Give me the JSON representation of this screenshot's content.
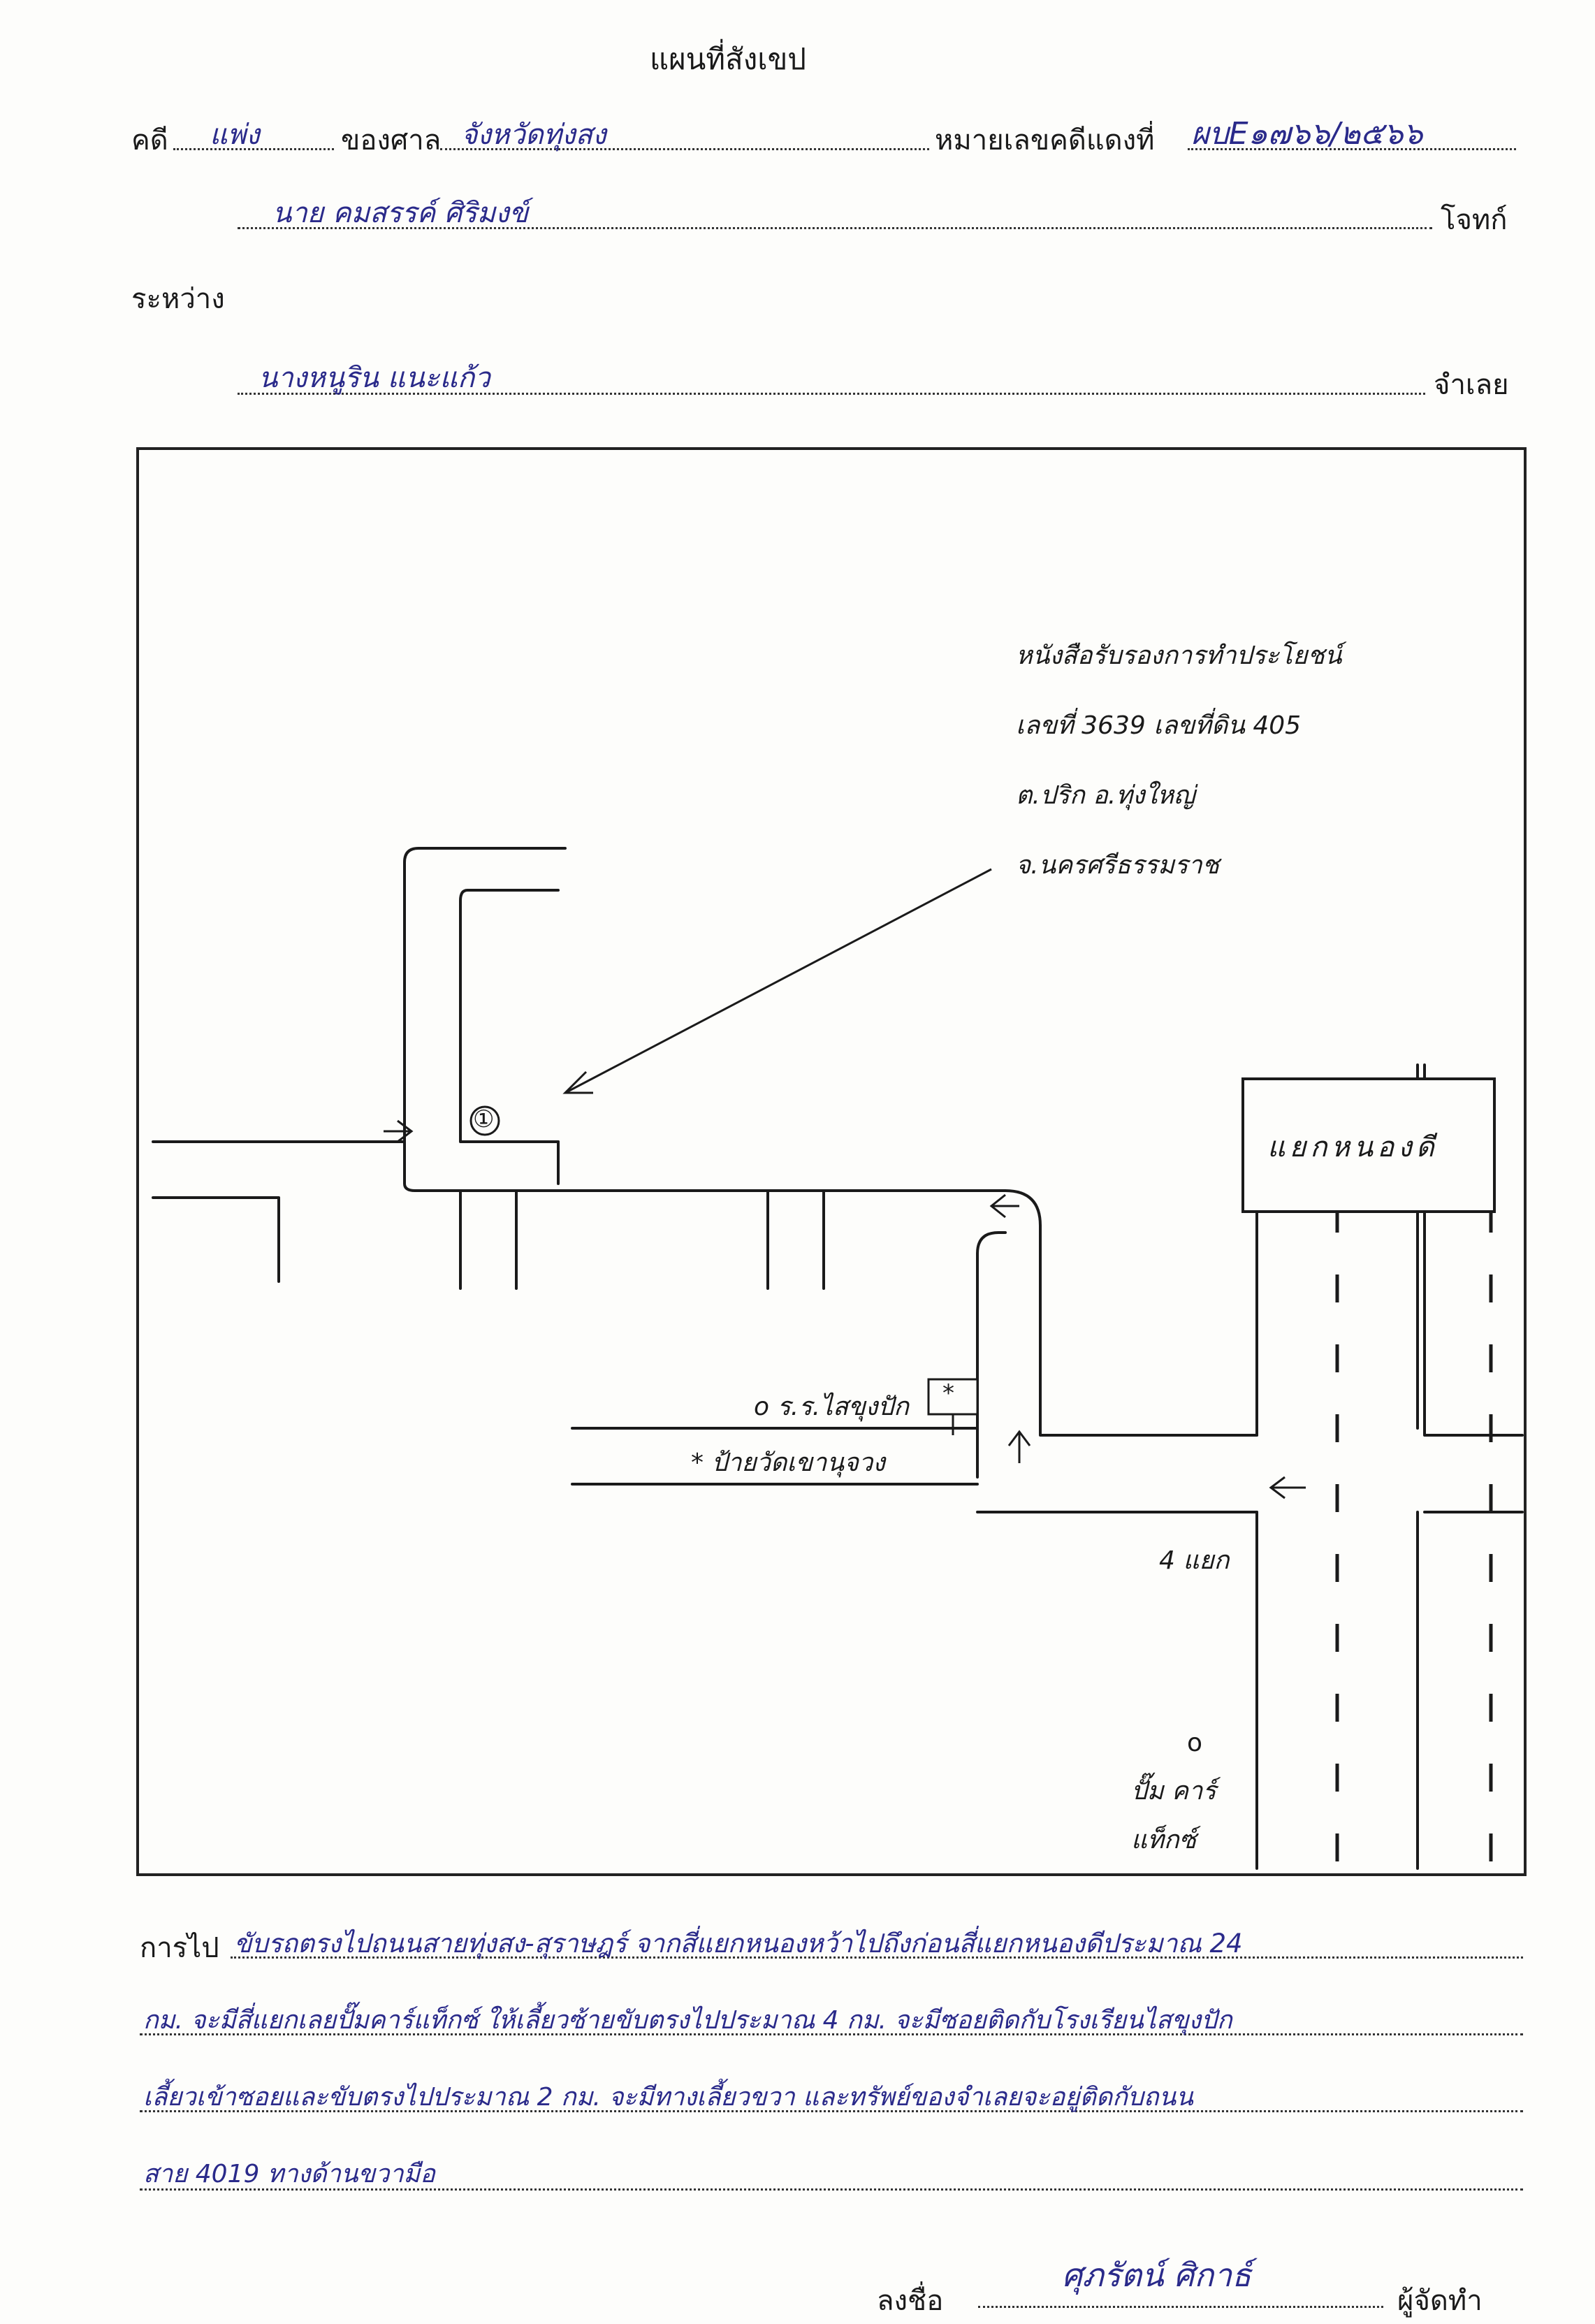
{
  "header": {
    "title": "แผนที่สังเขป",
    "case_label": "คดี",
    "case_type": "แพ่ง",
    "court_label": "ของศาล",
    "court_name": "จังหวัดทุ่งสง",
    "red_case_label": "หมายเลขคดีแดงที่",
    "red_case_number": "ผบE๑๗๖๖/๒๕๖๖",
    "plaintiff_name": "นาย คมสรรค์ ศิริมงข์",
    "plaintiff_label": "โจทก์",
    "between_label": "ระหว่าง",
    "defendant_name": "นางหนูริน แนะแก้ว",
    "defendant_label": "จำเลย"
  },
  "map": {
    "title_deed_lines": [
      "หนังสือรับรองการทำประโยชน์",
      "เลขที่ 3639 เลขที่ดิน 405",
      "ต.ปริก อ.ทุ่งใหญ่",
      "จ.นครศรีธรรมราช"
    ],
    "plot_marker": "①",
    "junction_sign": "แยกหนองดี",
    "school_label": "o ร.ร.ไสขุงปัก",
    "temple_sign_label": "* ป้ายวัดเขานุจวง",
    "sign_star": "*",
    "four_way_label": "4 แยก",
    "gas_marker": "o",
    "gas_station_lines": [
      "ปั๊ม คาร์",
      "แท็กซ์"
    ]
  },
  "directions": {
    "label": "การไป",
    "lines": [
      "ขับรถตรงไปถนนสายทุ่งสง-สุราษฎร์ จากสี่แยกหนองหว้าไปถึงก่อนสี่แยกหนองดีประมาณ 24",
      "กม. จะมีสี่แยกเลยปั๊มคาร์แท็กซ์ ให้เลี้ยวซ้ายขับตรงไปประมาณ 4 กม. จะมีซอยติดกับโรงเรียนไสขุงปัก",
      "เลี้ยวเข้าซอยและขับตรงไปประมาณ 2 กม. จะมีทางเลี้ยวขวา และทรัพย์ของจำเลยจะอยู่ติดกับถนน",
      "สาย 4019 ทางด้านขวามือ"
    ]
  },
  "signature": {
    "label": "ลงชื่อ",
    "name": "ศุภรัตน์ ศิกาธ์",
    "role": "ผู้จัดทำ"
  }
}
